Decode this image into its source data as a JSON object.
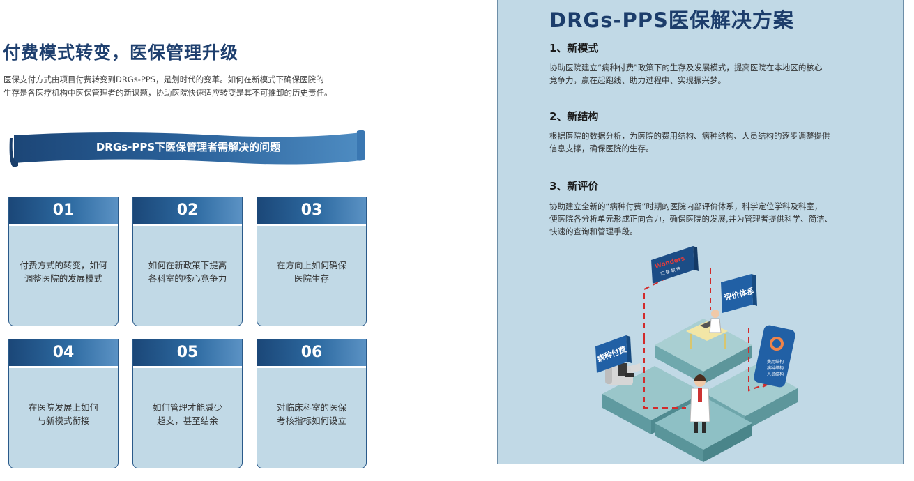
{
  "left": {
    "title": "付费模式转变，医保管理升级",
    "intro_line1": "医保支付方式由项目付费转变到DRGs-PPS，是划时代的变革。如何在新模式下确保医院的",
    "intro_line2": "生存是各医疗机构中医保管理者的新课题，协助医院快速适应转变是其不可推卸的历史责任。",
    "banner": "DRGs-PPS下医保管理者需解决的问题",
    "cards": [
      {
        "num": "01",
        "line1": "付费方式的转变，如何",
        "line2": "调整医院的发展模式"
      },
      {
        "num": "02",
        "line1": "如何在新政策下提高",
        "line2": "各科室的核心竞争力"
      },
      {
        "num": "03",
        "line1": "在方向上如何确保",
        "line2": "医院生存"
      },
      {
        "num": "04",
        "line1": "在医院发展上如何",
        "line2": "与新模式衔接"
      },
      {
        "num": "05",
        "line1": "如何管理才能减少",
        "line2": "超支，甚至结余"
      },
      {
        "num": "06",
        "line1": "对临床科室的医保",
        "line2": "考核指标如何设立"
      }
    ]
  },
  "right": {
    "title": "DRGs-PPS医保解决方案",
    "sections": [
      {
        "title": "1、新模式",
        "line1": "协助医院建立“病种付费”政策下的生存及发展模式，提高医院在本地区的核心",
        "line2": "竞争力，赢在起跑线、助力过程中、实现振兴梦。",
        "line3": ""
      },
      {
        "title": "2、新结构",
        "line1": "根据医院的数据分析，为医院的费用结构、病种结构、人员结构的逐步调整提供",
        "line2": "信息支撑，确保医院的生存。",
        "line3": ""
      },
      {
        "title": "3、新评价",
        "line1": "协助建立全新的“病种付费”时期的医院内部评价体系，科学定位学科及科室，",
        "line2": "使医院各分析单元形成正向合力，确保医院的发展,并为管理者提供科学、简洁、",
        "line3": "快速的查询和管理手段。"
      }
    ],
    "illustration": {
      "sign_pay": "病种付费",
      "sign_eval": "评价体系",
      "sign_logo": "Wonders",
      "sign_logo_sub": "汇 医 软 件",
      "sign_struct_1": "费用结构",
      "sign_struct_2": "病种结构",
      "sign_struct_3": "人员结构"
    }
  },
  "colors": {
    "navy": "#1c3d6b",
    "card_bg": "#c1d9e6",
    "accent_red": "#d22b2b",
    "teal": "#7fb8be"
  }
}
